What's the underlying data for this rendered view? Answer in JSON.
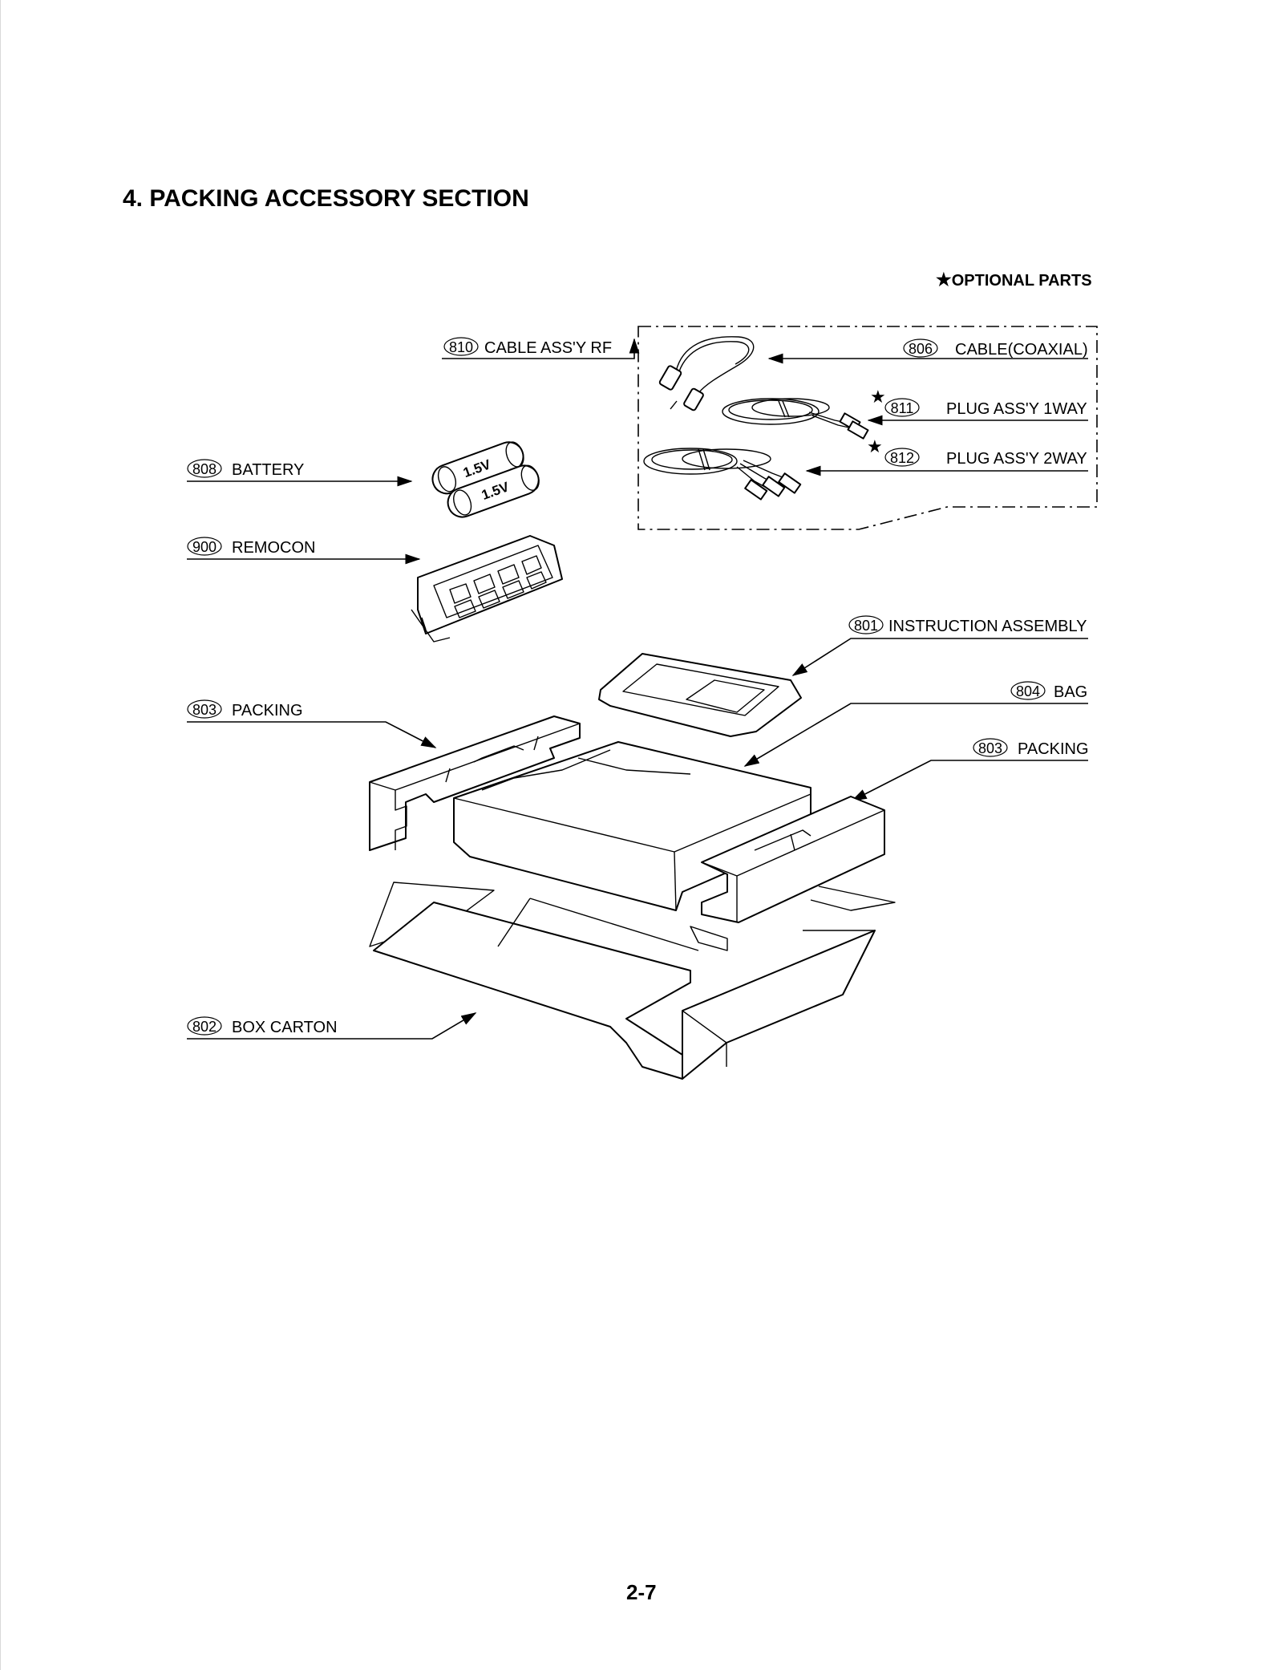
{
  "document": {
    "title": "4. PACKING ACCESSORY SECTION",
    "optional_note": "OPTIONAL PARTS",
    "optional_star": "★",
    "page_number": "2-7"
  },
  "callouts": {
    "p810": {
      "number": "810",
      "label": "CABLE ASS'Y RF"
    },
    "p806": {
      "number": "806",
      "label": "CABLE(COAXIAL)"
    },
    "p811": {
      "number": "811",
      "label": "PLUG ASS'Y 1WAY",
      "optional": true
    },
    "p812": {
      "number": "812",
      "label": "PLUG ASS'Y 2WAY",
      "optional": true
    },
    "p808": {
      "number": "808",
      "label": "BATTERY"
    },
    "p900": {
      "number": "900",
      "label": "REMOCON"
    },
    "p801": {
      "number": "801",
      "label": "INSTRUCTION ASSEMBLY"
    },
    "p804": {
      "number": "804",
      "label": "BAG"
    },
    "p803a": {
      "number": "803",
      "label": "PACKING"
    },
    "p803b": {
      "number": "803",
      "label": "PACKING"
    },
    "p802": {
      "number": "802",
      "label": "BOX CARTON"
    }
  },
  "battery_text": [
    "1.5V",
    "1.5V"
  ]
}
